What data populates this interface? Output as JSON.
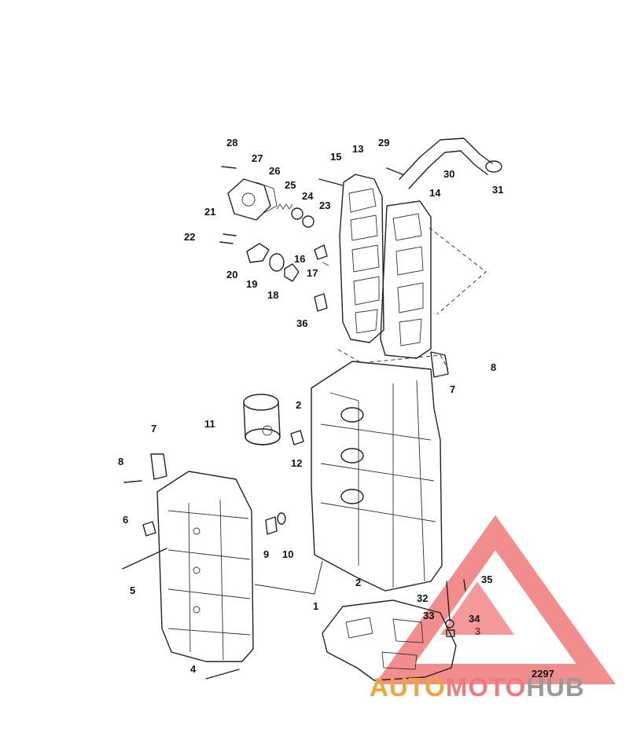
{
  "figure_number": "2297",
  "watermark": {
    "text_parts": [
      "AUTO",
      "MOTO",
      "HUB"
    ],
    "colors": [
      "#f2a43c",
      "#f07a7a",
      "#9a9a9a"
    ],
    "triangle_color": "#f07a7a"
  },
  "colors": {
    "line": "#222222",
    "red_callout": "#b01c1c",
    "background": "#ffffff"
  },
  "callouts": [
    {
      "id": "c1",
      "label": "1"
    },
    {
      "id": "c2a",
      "label": "2"
    },
    {
      "id": "c2b",
      "label": "2"
    },
    {
      "id": "c3",
      "label": "3"
    },
    {
      "id": "c4",
      "label": "4"
    },
    {
      "id": "c5",
      "label": "5"
    },
    {
      "id": "c6",
      "label": "6"
    },
    {
      "id": "c7a",
      "label": "7"
    },
    {
      "id": "c7b",
      "label": "7"
    },
    {
      "id": "c8a",
      "label": "8"
    },
    {
      "id": "c8b",
      "label": "8"
    },
    {
      "id": "c9",
      "label": "9"
    },
    {
      "id": "c10",
      "label": "10"
    },
    {
      "id": "c11",
      "label": "11"
    },
    {
      "id": "c12",
      "label": "12"
    },
    {
      "id": "c13",
      "label": "13"
    },
    {
      "id": "c14",
      "label": "14"
    },
    {
      "id": "c15",
      "label": "15"
    },
    {
      "id": "c16",
      "label": "16"
    },
    {
      "id": "c17",
      "label": "17"
    },
    {
      "id": "c18",
      "label": "18"
    },
    {
      "id": "c19",
      "label": "19"
    },
    {
      "id": "c20",
      "label": "20"
    },
    {
      "id": "c21",
      "label": "21"
    },
    {
      "id": "c22",
      "label": "22"
    },
    {
      "id": "c23",
      "label": "23"
    },
    {
      "id": "c24",
      "label": "24"
    },
    {
      "id": "c25",
      "label": "25"
    },
    {
      "id": "c26",
      "label": "26"
    },
    {
      "id": "c27",
      "label": "27"
    },
    {
      "id": "c28",
      "label": "28"
    },
    {
      "id": "c29",
      "label": "29"
    },
    {
      "id": "c30",
      "label": "30"
    },
    {
      "id": "c31",
      "label": "31"
    },
    {
      "id": "c32",
      "label": "32"
    },
    {
      "id": "c33",
      "label": "33"
    },
    {
      "id": "c34",
      "label": "34"
    },
    {
      "id": "c35",
      "label": "35"
    },
    {
      "id": "c36",
      "label": "36"
    }
  ]
}
